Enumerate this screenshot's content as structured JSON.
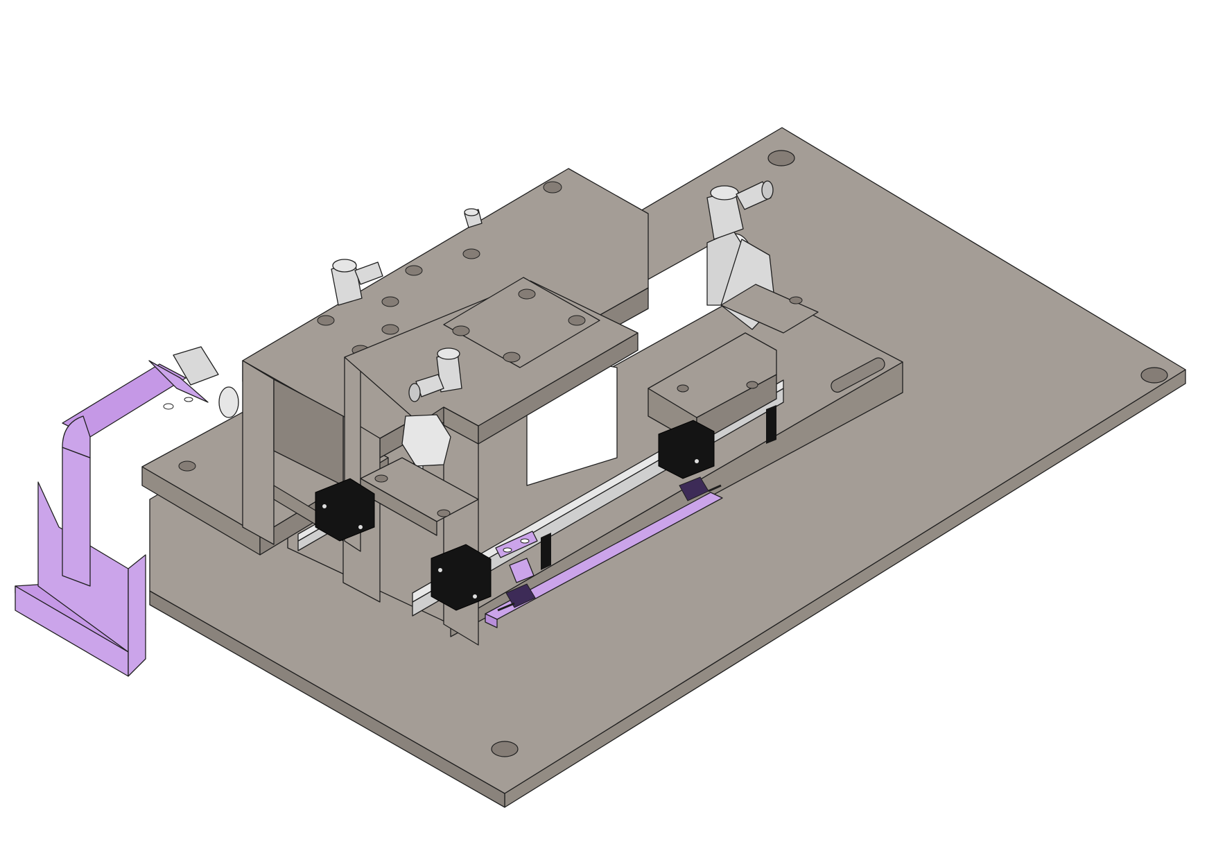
{
  "drawing": {
    "view": "isometric",
    "colors": {
      "plate_top": "#a49d96",
      "plate_side": "#938c84",
      "plate_front": "#8a837c",
      "steel_light": "#d9d9d9",
      "steel_mid": "#bdbdbd",
      "cylinder_white": "#ffffff",
      "carriage_black": "#141414",
      "bracket_purple": "#cba4ea",
      "sensor_dark": "#3d2b57",
      "edge": "#1e1e1e",
      "hole_dark": "#857d76"
    },
    "parts": [
      "base-plate",
      "guide-rail",
      "rail-carriage",
      "slide-plate",
      "upright-frame",
      "top-bridge-plate",
      "pneumatic-cylinder",
      "cylinder-pivot-mount",
      "push-in-fitting",
      "purple-bracket",
      "sensor-bracket",
      "limit-sensor"
    ]
  }
}
